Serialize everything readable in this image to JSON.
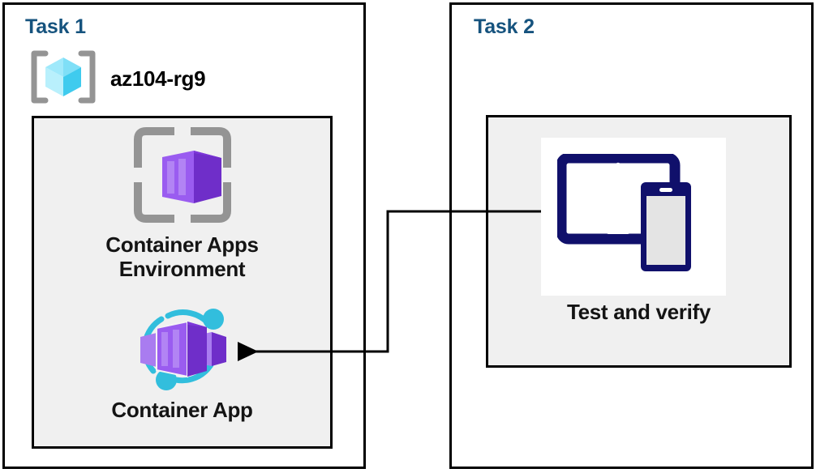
{
  "diagram": {
    "title_color": "#16537e",
    "panel_border_color": "#000000",
    "inner_fill_color": "#f0f0f0",
    "connector_color": "#000000"
  },
  "task1": {
    "title": "Task 1",
    "resource_group": {
      "icon": "resource-group-cube-icon",
      "label": "az104-rg9",
      "icon_colors": {
        "bracket": "#949494",
        "cube_light": "#9fe9fb",
        "cube_mid": "#50d9f5",
        "cube_dark": "#34c6e8"
      }
    },
    "items": [
      {
        "icon": "container-apps-environment-icon",
        "caption": "Container Apps\nEnvironment",
        "icon_colors": {
          "frame": "#949494",
          "box_light": "#a97cf0",
          "box_mid": "#8b3fe8",
          "box_dark": "#6f2ec9"
        }
      },
      {
        "icon": "container-app-icon",
        "caption": "Container App",
        "icon_colors": {
          "arc": "#32bedd",
          "box_light": "#a97cf0",
          "box_mid": "#8b3fe8",
          "box_dark": "#6f2ec9"
        }
      }
    ]
  },
  "task2": {
    "title": "Task 2",
    "items": [
      {
        "icon": "test-and-verify-devices-icon",
        "caption": "Test and verify",
        "icon_colors": {
          "device": "#10106b",
          "screen": "#ffffff",
          "phone_screen": "#e4e4e4"
        }
      }
    ]
  },
  "connector": {
    "name": "task2-to-container-app-arrow",
    "direction": "right-to-left",
    "from": "Test and verify",
    "to": "Container App"
  }
}
